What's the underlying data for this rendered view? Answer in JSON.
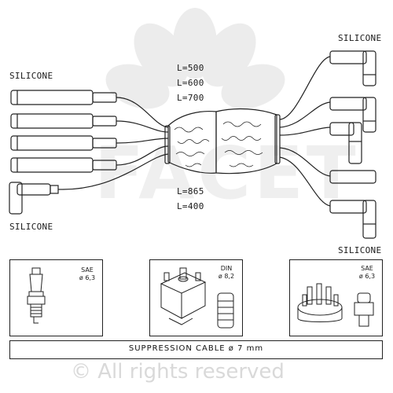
{
  "labels": {
    "silicone_top_left": "SILICONE",
    "silicone_bottom_left": "SILICONE",
    "silicone_top_right": "SILICONE",
    "silicone_bottom_right": "SILICONE"
  },
  "lengths": {
    "upper": [
      "L=500",
      "L=600",
      "L=700"
    ],
    "lower": [
      "L=865",
      "L=400"
    ]
  },
  "parts": {
    "spark_plug": {
      "standard": "SAE",
      "diameter": "ø 6,3"
    },
    "coil": {
      "standard": "DIN",
      "diameter": "ø 8,2"
    },
    "distributor": {
      "standard": "SAE",
      "diameter": "ø 6,3"
    }
  },
  "footer": {
    "text": "SUPPRESSION CABLE  ø 7 mm"
  },
  "watermark": {
    "text": "© All rights reserved",
    "logo_text": "FACET"
  },
  "colors": {
    "line": "#222222",
    "watermark": "#d9d9d9"
  }
}
